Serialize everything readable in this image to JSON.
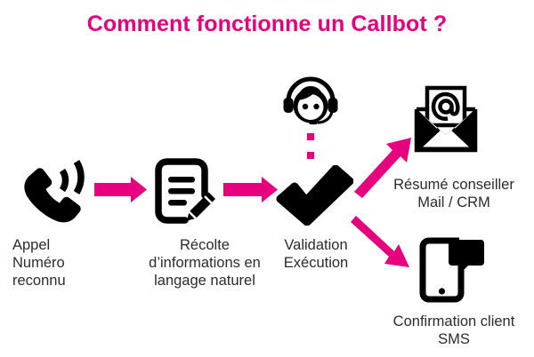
{
  "title": "Comment fonctionne un Callbot ?",
  "colors": {
    "accent": "#e6007e",
    "icon": "#000000",
    "text": "#2b2b2b",
    "background": "#ffffff"
  },
  "diagram": {
    "type": "flowchart",
    "orientation": "left-to-right",
    "nodes": [
      {
        "id": "call",
        "icon": "phone-ringing-icon",
        "caption_lines": [
          "Appel",
          "Numéro",
          "reconnu"
        ],
        "align": "left"
      },
      {
        "id": "collect",
        "icon": "document-pencil-icon",
        "caption_lines": [
          "Récolte",
          "d’informations en",
          "langage naturel"
        ],
        "align": "center"
      },
      {
        "id": "validate",
        "icon": "checkmark-icon",
        "caption_lines": [
          "Validation",
          "Exécution"
        ],
        "align": "center"
      },
      {
        "id": "agent",
        "icon": "headset-agent-icon",
        "caption_lines": [],
        "align": "center"
      },
      {
        "id": "mail",
        "icon": "email-envelope-at-icon",
        "caption_lines": [
          "Résumé conseiller",
          "Mail / CRM"
        ],
        "align": "center"
      },
      {
        "id": "sms",
        "icon": "smartphone-message-icon",
        "caption_lines": [
          "Confirmation client",
          "SMS"
        ],
        "align": "center"
      }
    ],
    "connectors": [
      {
        "id": "call-to-collect",
        "from": "call",
        "to": "collect",
        "style": "solid-arrow",
        "direction": "right"
      },
      {
        "id": "collect-to-validate",
        "from": "collect",
        "to": "validate",
        "style": "solid-arrow",
        "direction": "right"
      },
      {
        "id": "validate-to-mail",
        "from": "validate",
        "to": "mail",
        "style": "solid-arrow",
        "direction": "up-right"
      },
      {
        "id": "validate-to-sms",
        "from": "validate",
        "to": "sms",
        "style": "solid-arrow",
        "direction": "down-right"
      },
      {
        "id": "agent-to-validate",
        "from": "agent",
        "to": "validate",
        "style": "dotted",
        "direction": "down",
        "dot_count": 2
      }
    ]
  }
}
